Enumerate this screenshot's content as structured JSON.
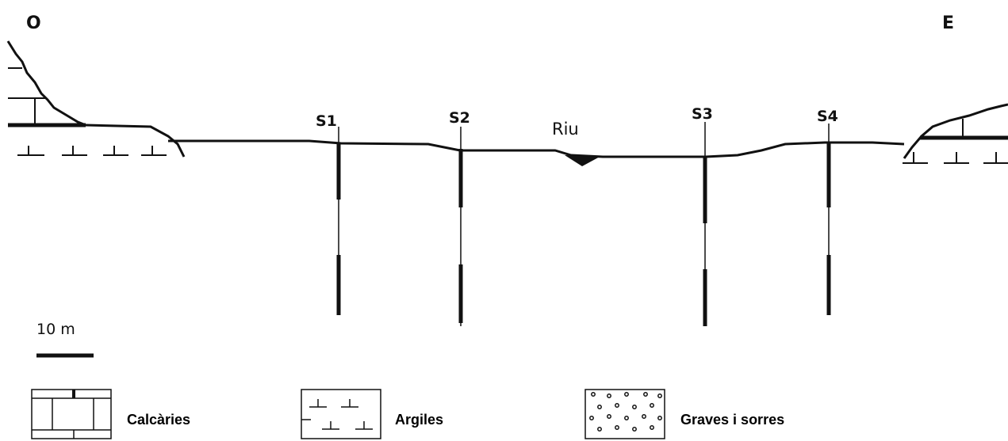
{
  "orientation": {
    "west": "O",
    "east": "E"
  },
  "river": {
    "label": "Riu"
  },
  "wells": [
    {
      "id": "s1",
      "label": "S1"
    },
    {
      "id": "s2",
      "label": "S2"
    },
    {
      "id": "s3",
      "label": "S3"
    },
    {
      "id": "s4",
      "label": "S4"
    }
  ],
  "scale_bar": {
    "label": "10 m"
  },
  "legend": {
    "items": [
      {
        "id": "limestone",
        "label": "Calcàries",
        "pattern": "brick"
      },
      {
        "id": "clay",
        "label": "Argiles",
        "pattern": "t-marks"
      },
      {
        "id": "gravel",
        "label": "Graves i sorres",
        "pattern": "dots"
      }
    ]
  },
  "colors": {
    "ink": "#111111",
    "background": "#ffffff"
  }
}
